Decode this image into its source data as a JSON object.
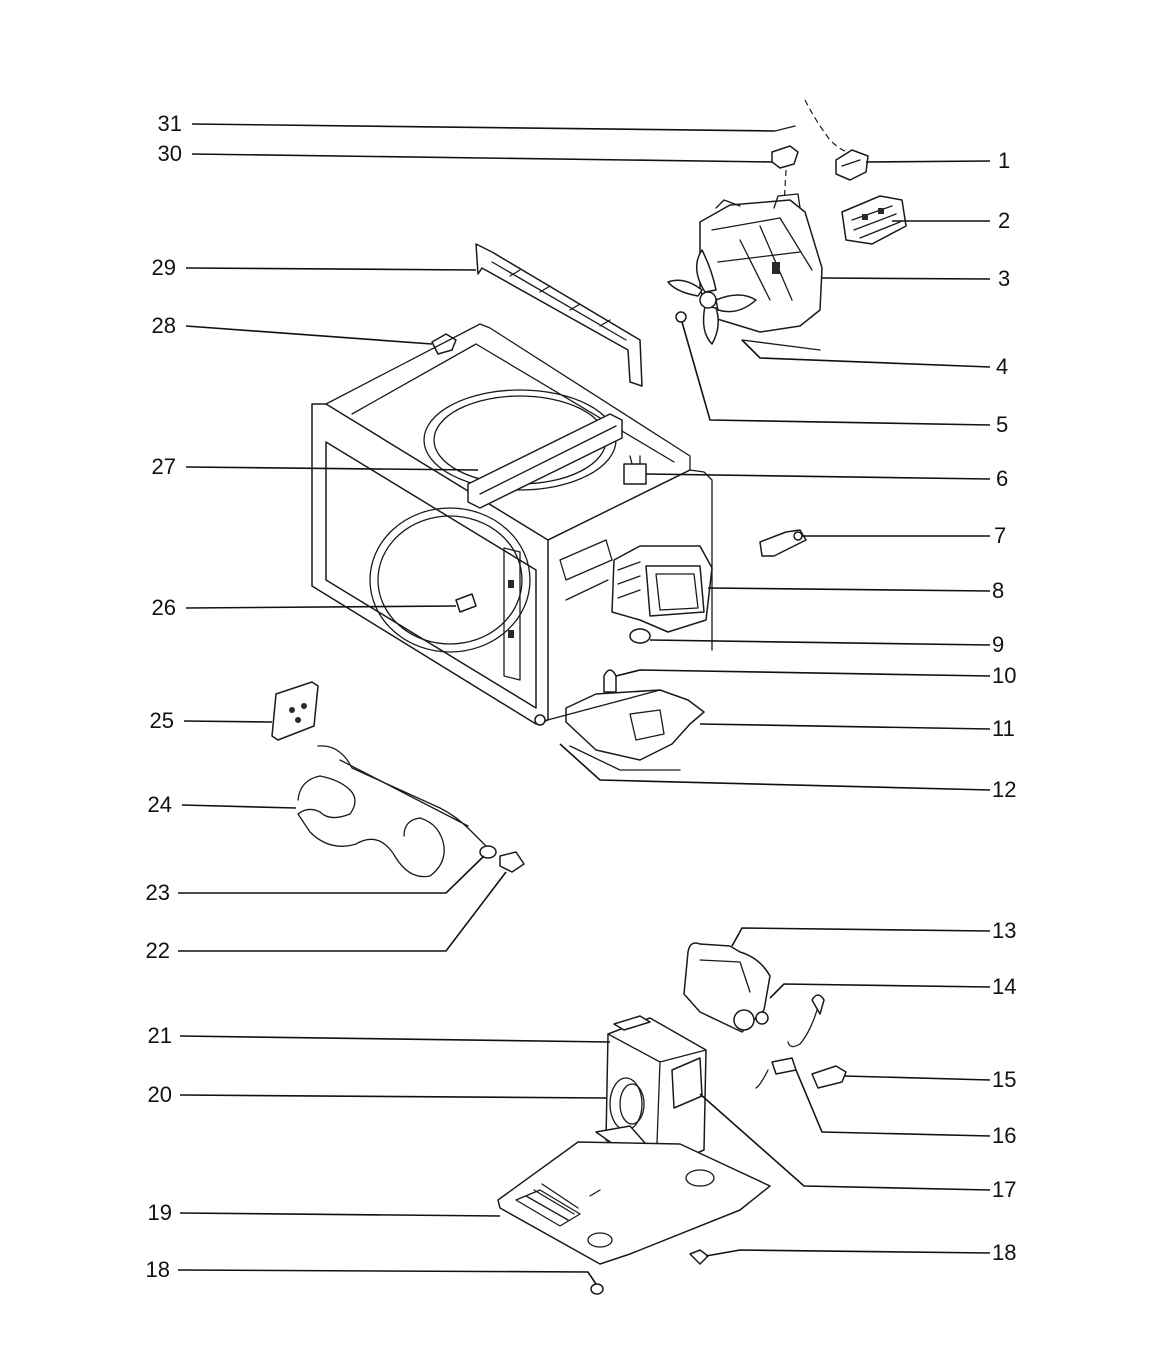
{
  "callouts_left": [
    {
      "id": "31",
      "label": "31"
    },
    {
      "id": "30",
      "label": "30"
    },
    {
      "id": "29",
      "label": "29"
    },
    {
      "id": "28",
      "label": "28"
    },
    {
      "id": "27",
      "label": "27"
    },
    {
      "id": "26",
      "label": "26"
    },
    {
      "id": "25",
      "label": "25"
    },
    {
      "id": "24",
      "label": "24"
    },
    {
      "id": "23",
      "label": "23"
    },
    {
      "id": "22",
      "label": "22"
    },
    {
      "id": "21",
      "label": "21"
    },
    {
      "id": "20",
      "label": "20"
    },
    {
      "id": "19",
      "label": "19"
    },
    {
      "id": "18a",
      "label": "18"
    }
  ],
  "callouts_right": [
    {
      "id": "1",
      "label": "1"
    },
    {
      "id": "2",
      "label": "2"
    },
    {
      "id": "3",
      "label": "3"
    },
    {
      "id": "4",
      "label": "4"
    },
    {
      "id": "5",
      "label": "5"
    },
    {
      "id": "6",
      "label": "6"
    },
    {
      "id": "7",
      "label": "7"
    },
    {
      "id": "8",
      "label": "8"
    },
    {
      "id": "9",
      "label": "9"
    },
    {
      "id": "10",
      "label": "10"
    },
    {
      "id": "11",
      "label": "11"
    },
    {
      "id": "12",
      "label": "12"
    },
    {
      "id": "13",
      "label": "13"
    },
    {
      "id": "14",
      "label": "14"
    },
    {
      "id": "15",
      "label": "15"
    },
    {
      "id": "16",
      "label": "16"
    },
    {
      "id": "17",
      "label": "17"
    },
    {
      "id": "18b",
      "label": "18"
    }
  ],
  "colors": {
    "ink": "#111111",
    "paper": "#ffffff"
  }
}
